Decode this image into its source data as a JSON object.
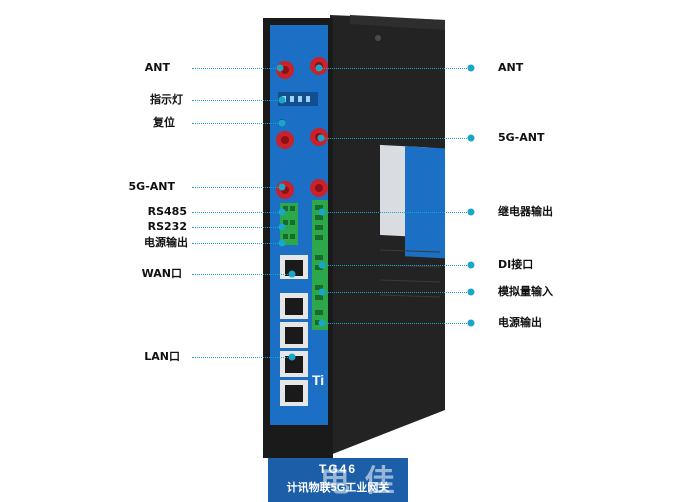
{
  "left_labels": [
    {
      "text": "ANT"
    },
    {
      "text": "指示灯"
    },
    {
      "text": "复位"
    },
    {
      "text": "5G-ANT"
    },
    {
      "text": "RS485"
    },
    {
      "text": "RS232"
    },
    {
      "text": "电源输出"
    },
    {
      "text": "WAN口"
    },
    {
      "text": "LAN口"
    }
  ],
  "right_labels": [
    {
      "text": "ANT"
    },
    {
      "text": "5G-ANT"
    },
    {
      "text": "继电器输出"
    },
    {
      "text": "DI接口"
    },
    {
      "text": "模拟量输入"
    },
    {
      "text": "电源输出"
    }
  ],
  "caption": {
    "model": "TG46",
    "name": "计讯物联5G工业网关"
  },
  "device": {
    "logo_text": "Ti",
    "colors": {
      "panel": "#1b6fc4",
      "body": "#1f1f1f",
      "accent": "#1aa6c8",
      "antenna": "#c9222a"
    }
  },
  "watermark": "电 佳"
}
